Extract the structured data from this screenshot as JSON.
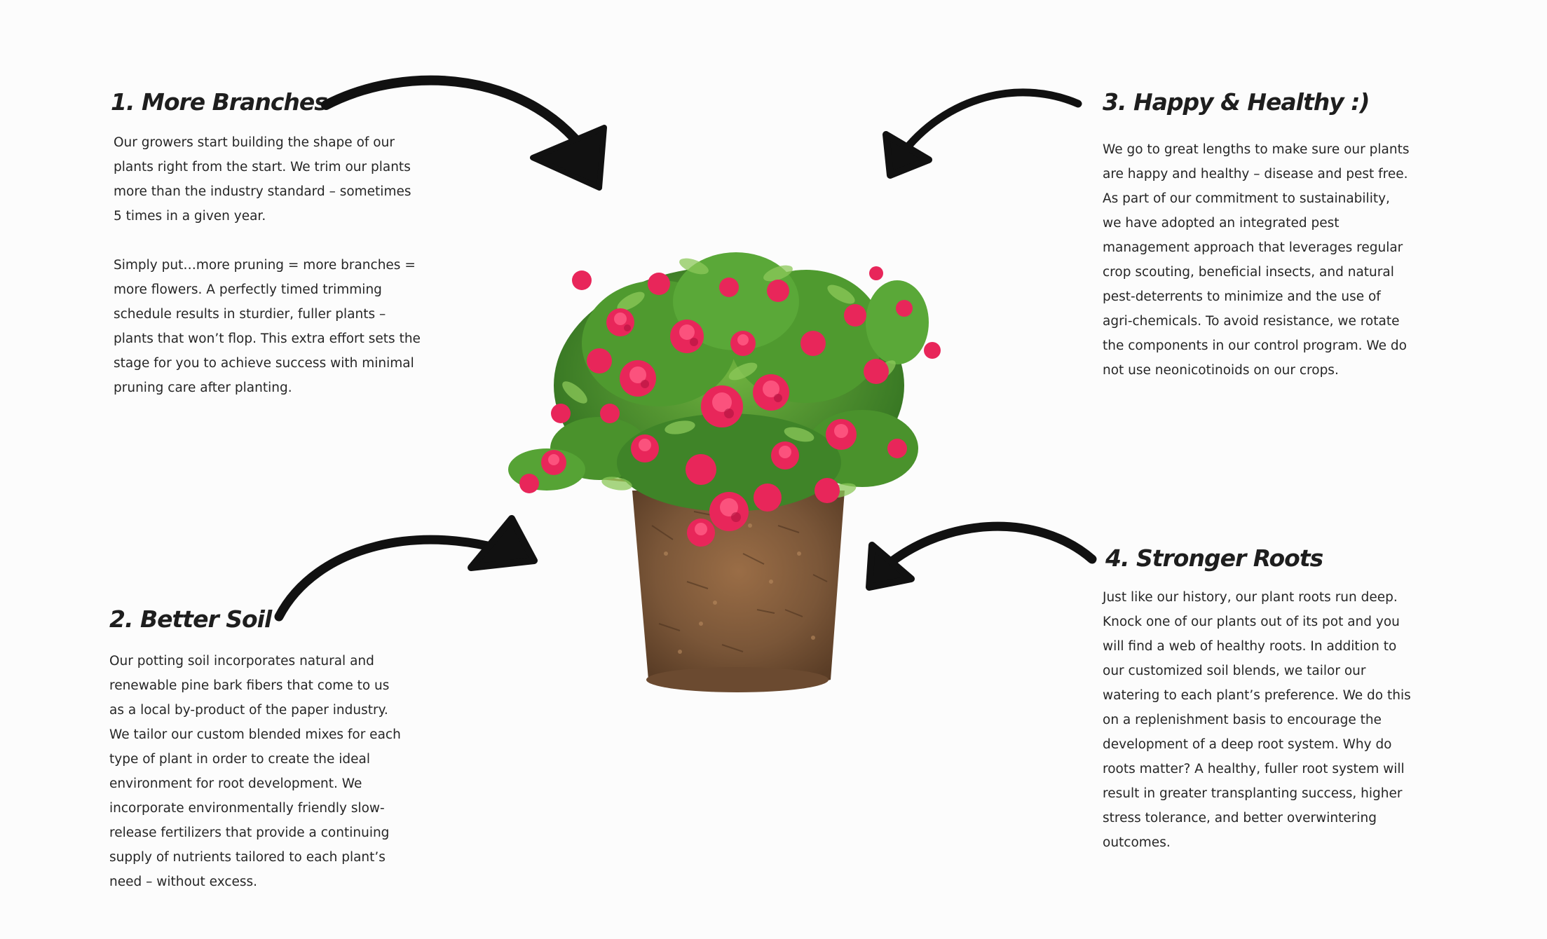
{
  "sections": [
    {
      "title": "1. More Branches",
      "paragraphs": [
        "Our growers start building the shape of our plants right from the start. We trim our plants more than the industry standard – sometimes 5 times in a given year.",
        "Simply put…more pruning = more branches = more flowers. A perfectly timed trimming schedule results in sturdier, fuller plants – plants that won’t flop. This extra effort sets the stage for you to achieve success with minimal pruning care after planting."
      ]
    },
    {
      "title": "2. Better Soil",
      "paragraphs": [
        "Our potting soil incorporates natural and renewable pine bark fibers that come to us as a local by-product of the paper industry. We tailor our custom blended mixes for each type of plant in order to create the ideal environment for root development. We incorporate environmentally friendly slow-release fertilizers that provide a continuing supply of nutrients tailored to each plant’s need – without excess."
      ]
    },
    {
      "title": "3. Happy & Healthy :)",
      "paragraphs": [
        "We go to great lengths to make sure our plants are happy and healthy – disease and pest free. As part of our commitment to sustainability, we have adopted an integrated pest management approach that leverages regular crop scouting, beneficial insects, and natural pest-deterrents to minimize and the use of agri-chemicals.  To avoid resistance, we rotate the components in our control program. We do not use neonicotinoids on our crops."
      ]
    },
    {
      "title": "4. Stronger Roots",
      "paragraphs": [
        "Just like our history, our plant roots run deep.  Knock one of our plants out of its pot and you will find a web of healthy roots.  In addition to our customized soil blends, we tailor our watering to each plant’s preference.  We do this on a replenishment basis to encourage the development of a deep root system.   Why do roots matter?  A healthy, fuller root system will result in greater transplanting success, higher stress tolerance, and better overwintering outcomes."
      ]
    }
  ],
  "colors": {
    "background": "#fcfcfc",
    "text": "#262626",
    "arrow": "#111111",
    "flower": "#e8265a",
    "leaf": "#4f9a2f",
    "soil": "#7a5638"
  },
  "icons": [
    "curved-arrow-icon",
    "potted-azalea-image"
  ]
}
